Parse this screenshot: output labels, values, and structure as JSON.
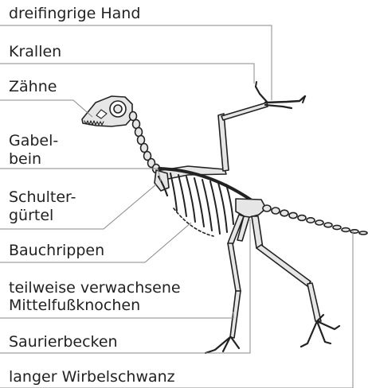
{
  "labels": {
    "hand": "dreifingrige Hand",
    "claws": "Krallen",
    "teeth": "Zähne",
    "furcula_1": "Gabel-",
    "furcula_2": "bein",
    "shoulder_1": "Schulter-",
    "shoulder_2": "gürtel",
    "gastralia": "Bauchrippen",
    "metatarsals_1": "teilweise verwachsene",
    "metatarsals_2": "Mittelfußknochen",
    "pelvis": "Saurierbecken",
    "tail": "langer Wirbelschwanz"
  },
  "colors": {
    "bone_fill": "#e6e6e6",
    "bone_stroke": "#222222",
    "leader_line": "#888888",
    "text": "#222222"
  }
}
